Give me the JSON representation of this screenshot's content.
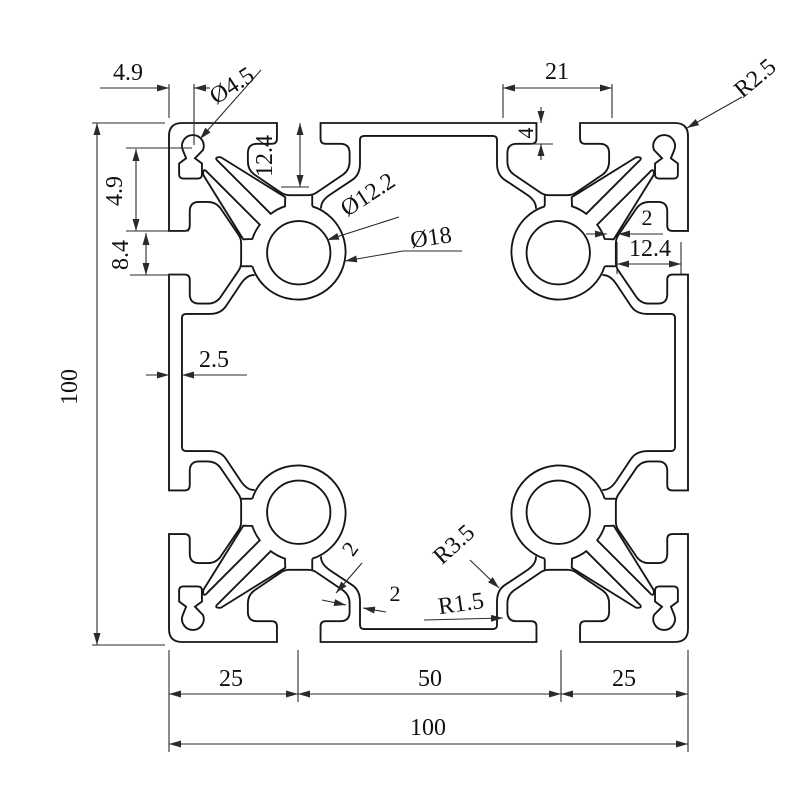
{
  "drawing": {
    "title": "aluminium-extrusion-profile-cross-section-100x100",
    "line_color": "#161616",
    "background": "#ffffff",
    "dims": {
      "overall_width": "100",
      "overall_height": "100",
      "spacing_left": "25",
      "spacing_mid": "50",
      "spacing_right": "25",
      "corner_offset_top": "4.9",
      "corner_offset_side": "4.9",
      "slot_mouth": "8.4",
      "slot_depth_topleft": "12.4",
      "slot_depth_right": "12.4",
      "slot_inner_width": "21",
      "lip_depth": "4",
      "wall_mid": "2.5",
      "wall_right": "2",
      "web_thickness_a": "2",
      "web_thickness_b": "2",
      "corner_hole_dia": "Ø4.5",
      "bore_dia": "Ø12.2",
      "tube_dia": "Ø18",
      "corner_radius": "R2.5",
      "fillet_large": "R3.5",
      "fillet_small": "R1.5"
    }
  }
}
